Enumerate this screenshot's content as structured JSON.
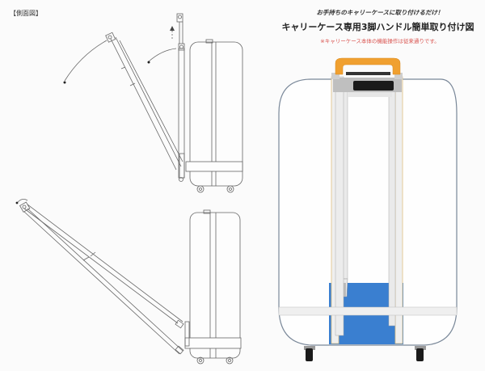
{
  "side_view": {
    "label": "【側面図】"
  },
  "header": {
    "subtitle": "お手持ちのキャリーケースに取り付けるだけ！",
    "title": "キャリーケース専用3脚ハンドル簡単取り付け図",
    "note": "※キャリーケース本体の機能操作は従来通りです。"
  },
  "colors": {
    "handle": "#f0a030",
    "blue_plate": "#3a7fd0",
    "suitcase_outline": "#778899",
    "rail": "#e8c890",
    "line": "#555555"
  },
  "figures": [
    {
      "name": "side-view-folded",
      "description": "Side view with leg arm partially raised"
    },
    {
      "name": "side-view-extended",
      "description": "Side view with leg arm fully extended"
    },
    {
      "name": "front-view",
      "description": "Front view showing attachment with orange handle and blue plate"
    }
  ]
}
